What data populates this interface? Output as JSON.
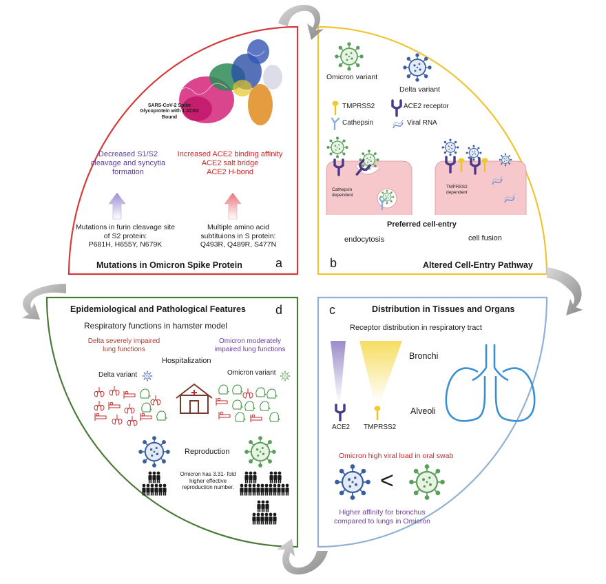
{
  "colors": {
    "quadrant_a": "#d43a3a",
    "quadrant_b": "#f0c431",
    "quadrant_c": "#8fb1d6",
    "quadrant_d": "#4a7a3a",
    "omicron_virus": "#5aa05a",
    "delta_virus": "#3a5fa0",
    "ace2": "#4a3a8a",
    "tmprss2": "#e8c428",
    "cell": "#f6c8cc",
    "arrow": "#a8a8a8"
  },
  "quadrant_a": {
    "letter": "a",
    "title": "Mutations in Omicron Spike Protein",
    "protein_caption": [
      "SARS-CoV-2 Spike",
      "Glycoprotein with 1 ACE2",
      "Bound"
    ],
    "left_effect": [
      "Decreased S1/S2",
      "cleavage and syncytia",
      "formation"
    ],
    "right_effect": [
      "Increased ACE2 binding affinity",
      "ACE2 salt bridge",
      "ACE2 H-bond"
    ],
    "left_mutations": [
      "Mutations in furin cleavage site",
      "of S2 protein:",
      "P681H, H655Y, N679K"
    ],
    "right_mutations": [
      "Multiple amino acid",
      "subtituions in S protein:",
      "Q493R, Q489R, S477N"
    ]
  },
  "quadrant_b": {
    "letter": "b",
    "title": "Altered Cell-Entry Pathway",
    "legend": {
      "omicron": "Omicron variant",
      "delta": "Delta variant",
      "tmprss2": "TMPRSS2",
      "ace2": "ACE2 receptor",
      "cathepsin": "Cathepsin",
      "viral_rna": "Viral RNA"
    },
    "cell_left_label": [
      "Cathepsin",
      "dependent"
    ],
    "cell_right_label": [
      "TMPRSS2",
      "dependent"
    ],
    "preferred": "Preferred cell-entry",
    "endocytosis": "endocytosis",
    "cell_fusion": "cell fusion"
  },
  "quadrant_c": {
    "letter": "c",
    "title": "Distribution in Tissues and Organs",
    "subtitle": "Receptor distribution in respiratory tract",
    "bronchi": "Bronchi",
    "alveoli": "Alveoli",
    "ace2": "ACE2",
    "tmprss2": "TMPRSS2",
    "viral_load": "Omicron high viral load in oral swab",
    "comparator": "<",
    "affinity": [
      "Higher affinity for bronchus",
      "compared to lungs in Omicron"
    ]
  },
  "quadrant_d": {
    "letter": "d",
    "title": "Epidemiological and Pathological Features",
    "subtitle": "Respiratory functions in hamster model",
    "delta_effect": [
      "Delta severely impaired",
      "lung functions"
    ],
    "omicron_effect": [
      "Omicron moderately",
      "impaired lung functions"
    ],
    "hospitalization": "Hospitalization",
    "delta_variant": "Delta variant",
    "omicron_variant": "Omicron variant",
    "reproduction": "Reproduction",
    "reproduction_note": [
      "Omicron has 3.31- fold",
      "higher effective",
      "reproduction number."
    ]
  }
}
